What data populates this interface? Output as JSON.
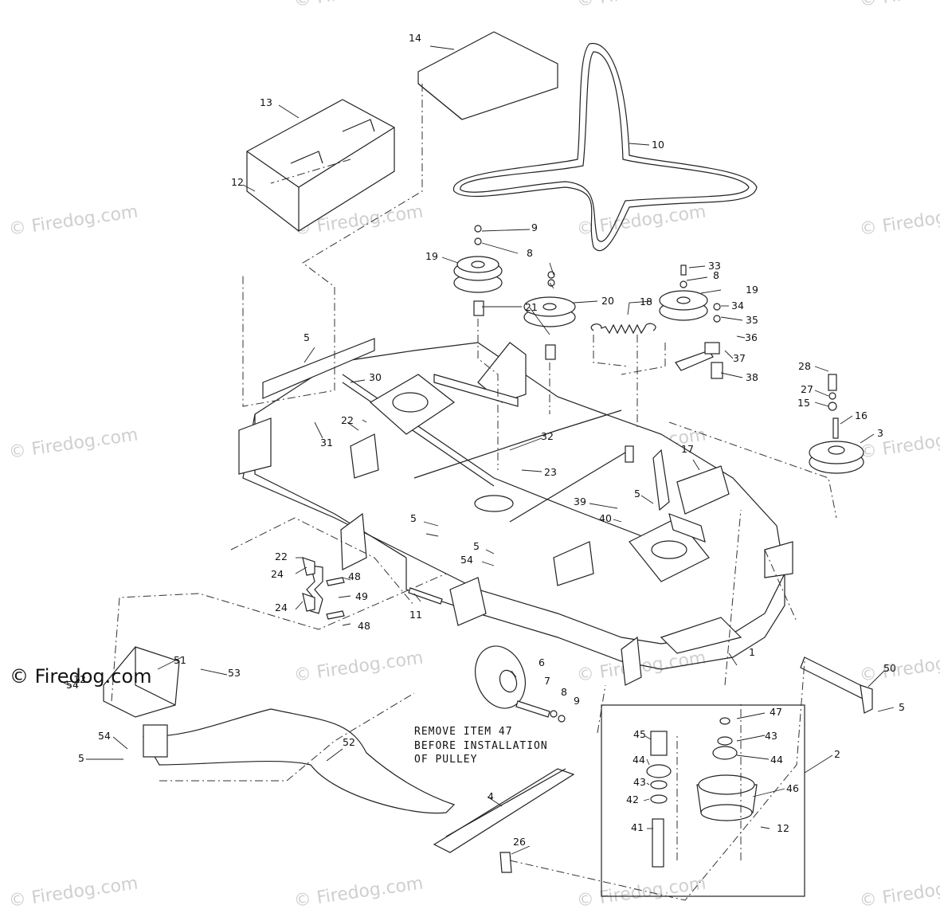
{
  "watermark": {
    "text": "© Firedog.com",
    "primary_text": "© Firedog.com",
    "color": "#cfcfcf",
    "primary_color": "#111111"
  },
  "note": {
    "lines": [
      "REMOVE ITEM 47",
      "BEFORE INSTALLATION",
      "OF PULLEY"
    ]
  },
  "callouts": [
    "1",
    "2",
    "3",
    "4",
    "5",
    "5",
    "5",
    "5",
    "5",
    "5",
    "6",
    "7",
    "8",
    "8",
    "8",
    "9",
    "9",
    "10",
    "11",
    "12",
    "12",
    "12",
    "13",
    "14",
    "15",
    "16",
    "17",
    "18",
    "19",
    "19",
    "20",
    "21",
    "22",
    "22",
    "23",
    "24",
    "24",
    "26",
    "27",
    "28",
    "30",
    "31",
    "32",
    "33",
    "34",
    "35",
    "36",
    "37",
    "38",
    "39",
    "40",
    "41",
    "42",
    "43",
    "43",
    "44",
    "44",
    "45",
    "46",
    "47",
    "48",
    "48",
    "49",
    "50",
    "51",
    "52",
    "53",
    "54",
    "54",
    "54"
  ]
}
